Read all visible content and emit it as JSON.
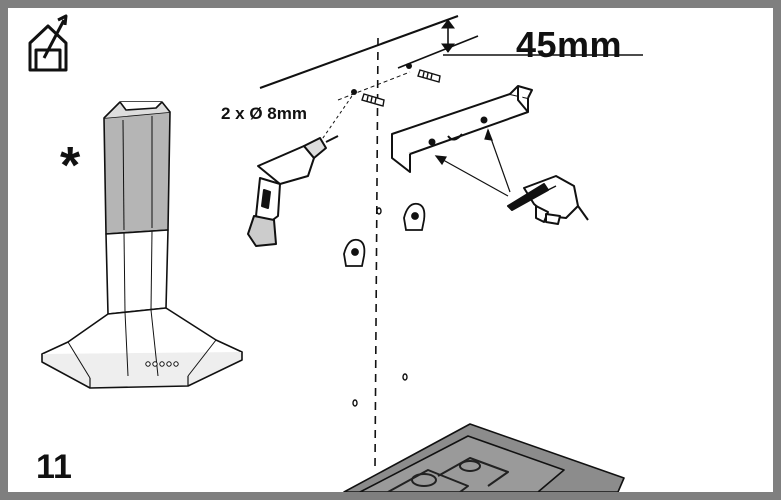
{
  "step": {
    "number": "11"
  },
  "dimension": {
    "label": "45mm"
  },
  "drill": {
    "label": "2 x Ø 8mm"
  },
  "note": {
    "symbol": "*"
  },
  "icons": {
    "indoor": "house-with-arrow-icon",
    "drill": "power-drill-icon",
    "marker": "hand-pencil-icon",
    "bracket": "wall-bracket-icon",
    "hood": "chimney-hood-icon",
    "hob": "cooktop-icon"
  },
  "colors": {
    "frame": "#7f7f7f",
    "chimney_shade": "#b5b5b5",
    "hob_gray": "#8c8c8c",
    "ink": "#111111"
  }
}
